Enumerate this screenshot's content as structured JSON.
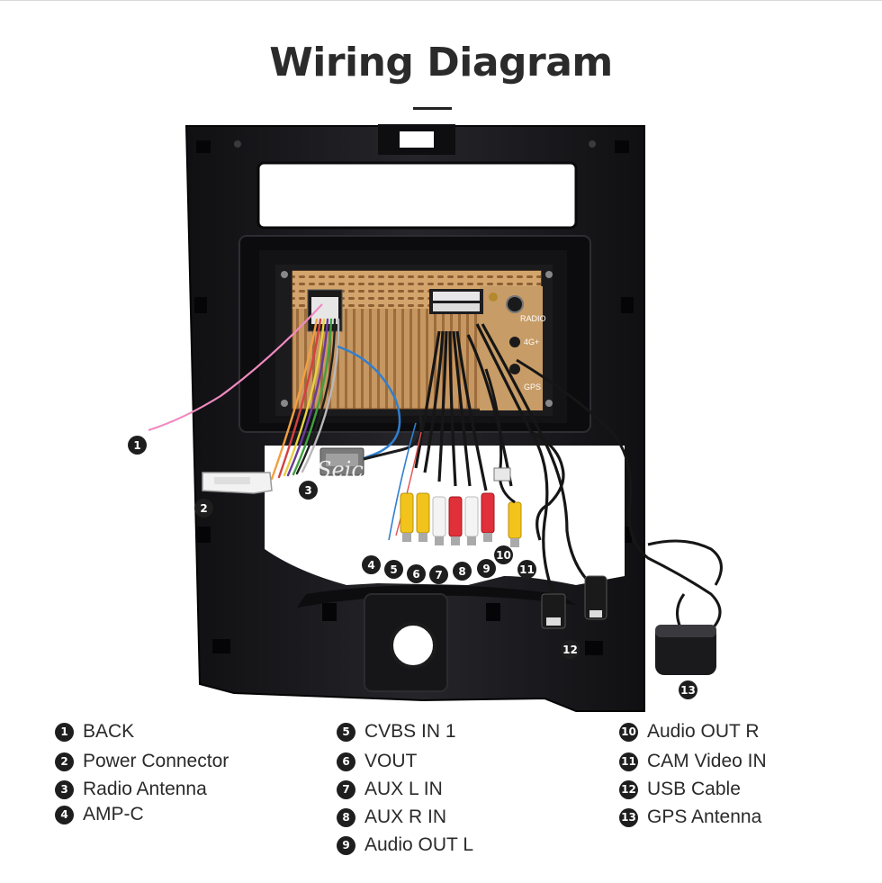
{
  "title": "Wiring Diagram",
  "watermark": "Seicane",
  "unit_labels": {
    "radio": "RADIO",
    "fourg": "4G+",
    "gps": "GPS"
  },
  "callouts": [
    "1",
    "2",
    "3",
    "4",
    "5",
    "6",
    "7",
    "8",
    "9",
    "10",
    "11",
    "12",
    "13"
  ],
  "legend": [
    {
      "num": "1",
      "label": "BACK"
    },
    {
      "num": "2",
      "label": "Power Connector"
    },
    {
      "num": "3",
      "label": "Radio Antenna"
    },
    {
      "num": "4",
      "label": "AMP-C"
    },
    {
      "num": "5",
      "label": "CVBS IN 1"
    },
    {
      "num": "6",
      "label": "VOUT"
    },
    {
      "num": "7",
      "label": "AUX L IN"
    },
    {
      "num": "8",
      "label": "AUX R IN"
    },
    {
      "num": "9",
      "label": "Audio OUT L"
    },
    {
      "num": "10",
      "label": "Audio OUT R"
    },
    {
      "num": "11",
      "label": "CAM Video IN"
    },
    {
      "num": "12",
      "label": "USB Cable"
    },
    {
      "num": "13",
      "label": "GPS Antenna"
    }
  ],
  "colors": {
    "frame": "#1c1c1f",
    "board": "#c99a62",
    "rca_yellow": "#f2c31a",
    "rca_red": "#e0303a",
    "rca_white": "#f4f4f4",
    "pink_wire": "#f08ac0",
    "blue_wire": "#2f7fd0"
  }
}
